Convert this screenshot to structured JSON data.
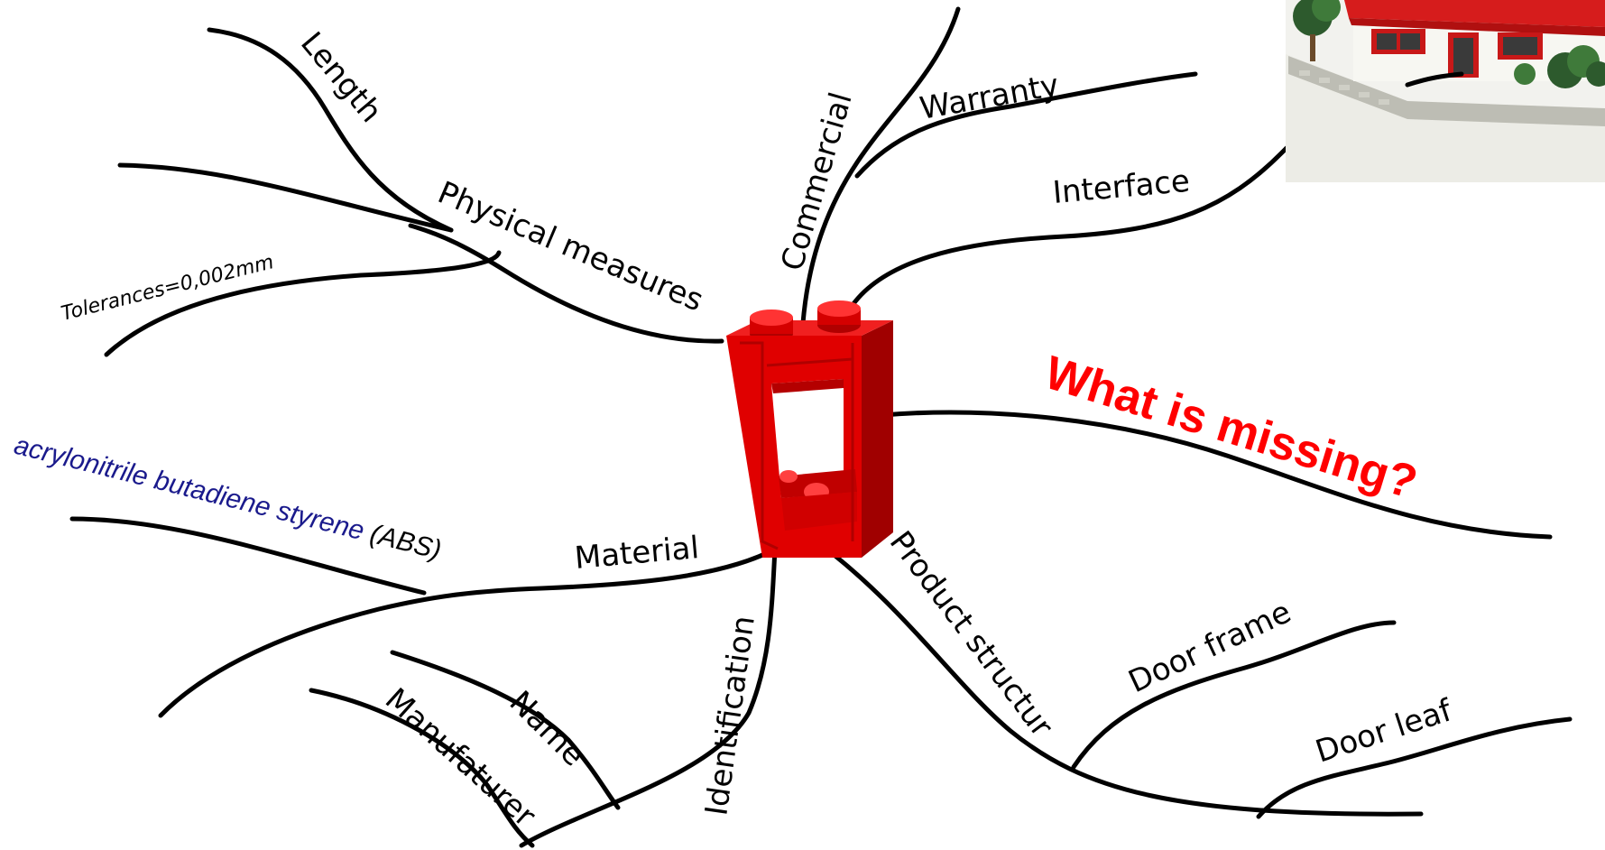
{
  "colors": {
    "branch": "#000000",
    "question": "#ff0000",
    "material_name": "#1a1a8c",
    "brick_red": "#e00000",
    "roof_red": "#d61c1c"
  },
  "center": {
    "icon": "lego-door-frame-brick"
  },
  "house_photo": {
    "icon": "lego-house-photo"
  },
  "branches": {
    "physical_measures": "Physical measures",
    "length": "Length",
    "tolerances": "Tolerances=0,002mm",
    "commercial": "Commercial",
    "warranty": "Warranty",
    "interface": "Interface",
    "question": "What is missing?",
    "material": "Material",
    "material_name": "acrylonitrile butadiene styrene",
    "material_abbr": "(ABS)",
    "identification": "Identification",
    "name": "Name",
    "manufacturer": "Manufaturer",
    "product_structure": "Product structur",
    "door_frame": "Door frame",
    "door_leaf": "Door leaf"
  }
}
